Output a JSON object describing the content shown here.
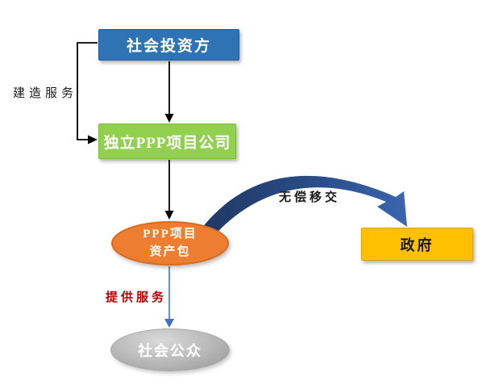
{
  "diagram": {
    "nodes": {
      "investor": {
        "label": "社会投资方"
      },
      "company": {
        "label": "独立PPP项目公司"
      },
      "asset": {
        "line1": "PPP项目",
        "line2": "资产包"
      },
      "government": {
        "label": "政府"
      },
      "public": {
        "label": "社会公众"
      }
    },
    "labels": {
      "construction": "建造服务",
      "transfer": "无偿移交",
      "service": "提供服务"
    },
    "colors": {
      "investor_fill": "#2E74B5",
      "investor_border": "#1F5C99",
      "company_fill": "#92D050",
      "company_border": "#7DBE3C",
      "asset_fill": "#ED7D31",
      "asset_border": "#D96B1E",
      "government_fill": "#FFC000",
      "government_border": "#D9A400",
      "public_fill_light": "#D9D9D9",
      "public_fill_dark": "#969696",
      "service_label": "#C00000",
      "connector_black": "#000000",
      "connector_blue": "#4472C4",
      "arrow_dark": "#203864",
      "arrow_mid": "#2A4F8C",
      "arrow_light": "#3A66B0",
      "node_text_light": "#FFFFFF",
      "node_text_dark": "#1A1A1A"
    }
  }
}
